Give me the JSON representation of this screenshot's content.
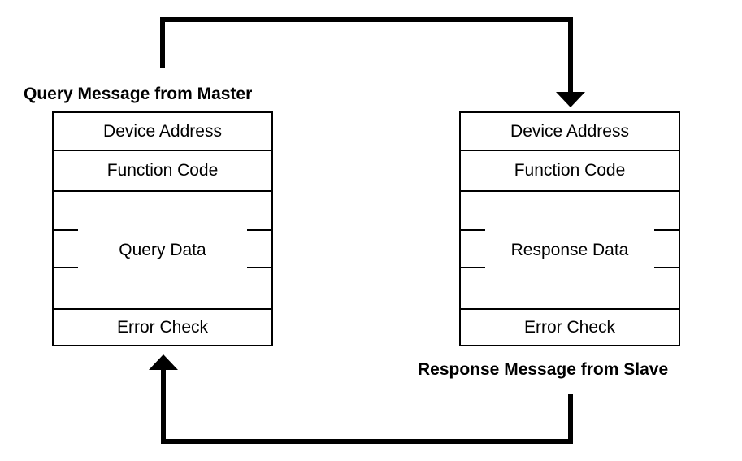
{
  "query_title": "Query Message from Master",
  "response_title": "Response Message from Slave",
  "query_frame": {
    "device_address": "Device Address",
    "function_code": "Function Code",
    "data": "Query Data",
    "error_check": "Error Check"
  },
  "response_frame": {
    "device_address": "Device Address",
    "function_code": "Function Code",
    "data": "Response Data",
    "error_check": "Error Check"
  },
  "colors": {
    "stroke": "#000000",
    "background": "#ffffff"
  }
}
